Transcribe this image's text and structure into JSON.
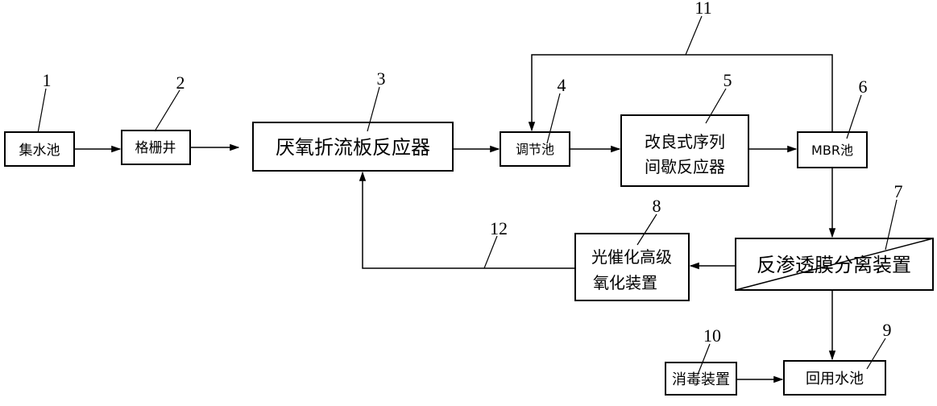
{
  "boxes": {
    "collect_pool": "集水池",
    "grid_well": "格栅井",
    "abr": "厌氧折流板反应器",
    "regulating_pool": "调节池",
    "sbr_line1": "改良式序列",
    "sbr_line2": "间歇反应器",
    "mbr": "MBR池",
    "ro": "反渗透膜分离装置",
    "photocatalysis_line1": "光催化高级",
    "photocatalysis_line2": "氧化装置",
    "reuse_pool": "回用水池",
    "disinfection": "消毒装置"
  },
  "labels": {
    "n1": "1",
    "n2": "2",
    "n3": "3",
    "n4": "4",
    "n5": "5",
    "n6": "6",
    "n7": "7",
    "n8": "8",
    "n9": "9",
    "n10": "10",
    "n11": "11",
    "n12": "12"
  },
  "colors": {
    "stroke": "#000000",
    "background": "#ffffff"
  }
}
